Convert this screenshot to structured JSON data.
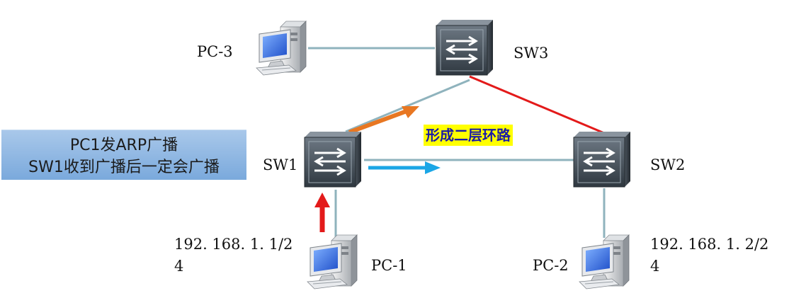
{
  "note": {
    "line1": "PC1发ARP广播",
    "line2": "SW1收到广播后一定会广播"
  },
  "loop_label": "形成二层环路",
  "switches": {
    "sw1": "SW1",
    "sw2": "SW2",
    "sw3": "SW3"
  },
  "pcs": {
    "pc1": "PC-1",
    "pc2": "PC-2",
    "pc3": "PC-3"
  },
  "ips": {
    "pc1_line1": "192. 168. 1. 1/2",
    "pc1_line2": "4",
    "pc2_line1": "192. 168. 1. 2/2",
    "pc2_line2": "4"
  },
  "colors": {
    "link": "#8fb3bd",
    "loop_link": "#e31a1a",
    "arrow_orange": "#e87722",
    "arrow_blue": "#1aa6e6",
    "arrow_red": "#e31a1a"
  }
}
